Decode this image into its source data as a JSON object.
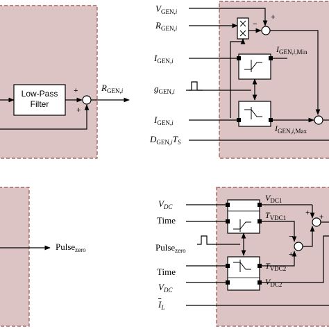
{
  "colors": {
    "panel_fill": "#dcc4c4",
    "panel_border": "#9b4d4d",
    "block_fill": "#ffffff",
    "line": "#000000"
  },
  "top_left": {
    "lowpass_line1": "Low-Pass",
    "lowpass_line2": "Filter",
    "sum_plus_top": "+",
    "sum_plus_bottom": "+",
    "output_main": "R",
    "output_sub": "GEN,",
    "output_idx": "i"
  },
  "top_right_inputs": {
    "vgen": {
      "main": "V",
      "sub": "GEN,",
      "idx": "i"
    },
    "rgen": {
      "main": "R",
      "sub": "GEN,",
      "idx": "i"
    },
    "igen1": {
      "main": "I",
      "sub": "GEN,",
      "idx": "i"
    },
    "ggen": {
      "main": "g",
      "sub": "GEN,",
      "idx": "i"
    },
    "igen2": {
      "main": "I",
      "sub": "GEN,",
      "idx": "i"
    },
    "dgen": {
      "main": "D",
      "sub": "GEN,",
      "idx": "i",
      "main2": "T",
      "sub2": "S"
    },
    "igen_min": {
      "main": "I",
      "sub": "GEN,",
      "idx": "i",
      "tail": ",Min"
    },
    "igen_max": {
      "main": "I",
      "sub": "GEN,",
      "idx": "i",
      "tail": ",Max"
    },
    "sum_plus": "+",
    "sum_minus": "−"
  },
  "bottom_left": {
    "pulse_main": "Pulse",
    "pulse_sub": "zero"
  },
  "bottom_right": {
    "vdc_in1": {
      "main": "V",
      "sub": "DC"
    },
    "time1": "Time",
    "pulse": {
      "main": "Pulse",
      "sub": "zero"
    },
    "time2": "Time",
    "vdc_in2": {
      "main": "V",
      "sub": "DC"
    },
    "il": {
      "main": "I",
      "sub": "L"
    },
    "vdc1": {
      "main": "V",
      "sub": "DC1"
    },
    "tvdc1": {
      "main": "T",
      "sub": "VDC1"
    },
    "tvdc2": {
      "main": "T",
      "sub": "VDC2"
    },
    "vdc2": {
      "main": "V",
      "sub": "DC2"
    },
    "sum_plus_a": "+",
    "sum_plus_b": "+",
    "sum_minus": "−",
    "sum_plus_c": "+"
  }
}
